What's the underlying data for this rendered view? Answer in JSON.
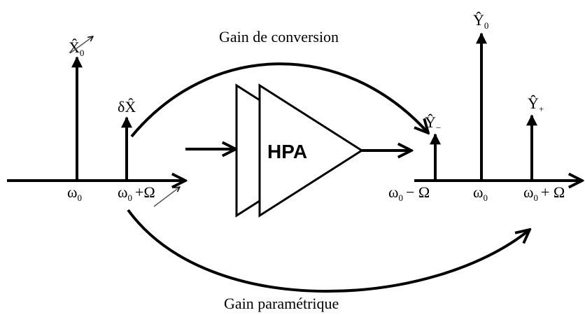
{
  "captions": {
    "top": "Gain de conversion",
    "bottom": "Gain paramétrique"
  },
  "amplifier": {
    "label": "HPA"
  },
  "input": {
    "carrier": {
      "symbol": "X̂",
      "subscript": "0"
    },
    "signal": {
      "symbol": "δX̂"
    },
    "freq_carrier": {
      "base": "ω",
      "sub": "0"
    },
    "freq_signal": {
      "base": "ω",
      "sub": "0",
      "suffix": "+Ω"
    }
  },
  "output": {
    "lower": {
      "symbol": "Ŷ",
      "subscript": "−"
    },
    "carrier": {
      "symbol": "Ŷ",
      "subscript": "0"
    },
    "upper": {
      "symbol": "Ŷ",
      "subscript": "+"
    },
    "freq_lower": {
      "base": "ω",
      "sub": "0",
      "suffix": "− Ω"
    },
    "freq_carrier": {
      "base": "ω",
      "sub": "0"
    },
    "freq_upper": {
      "base": "ω",
      "sub": "0",
      "suffix": "+ Ω"
    }
  }
}
